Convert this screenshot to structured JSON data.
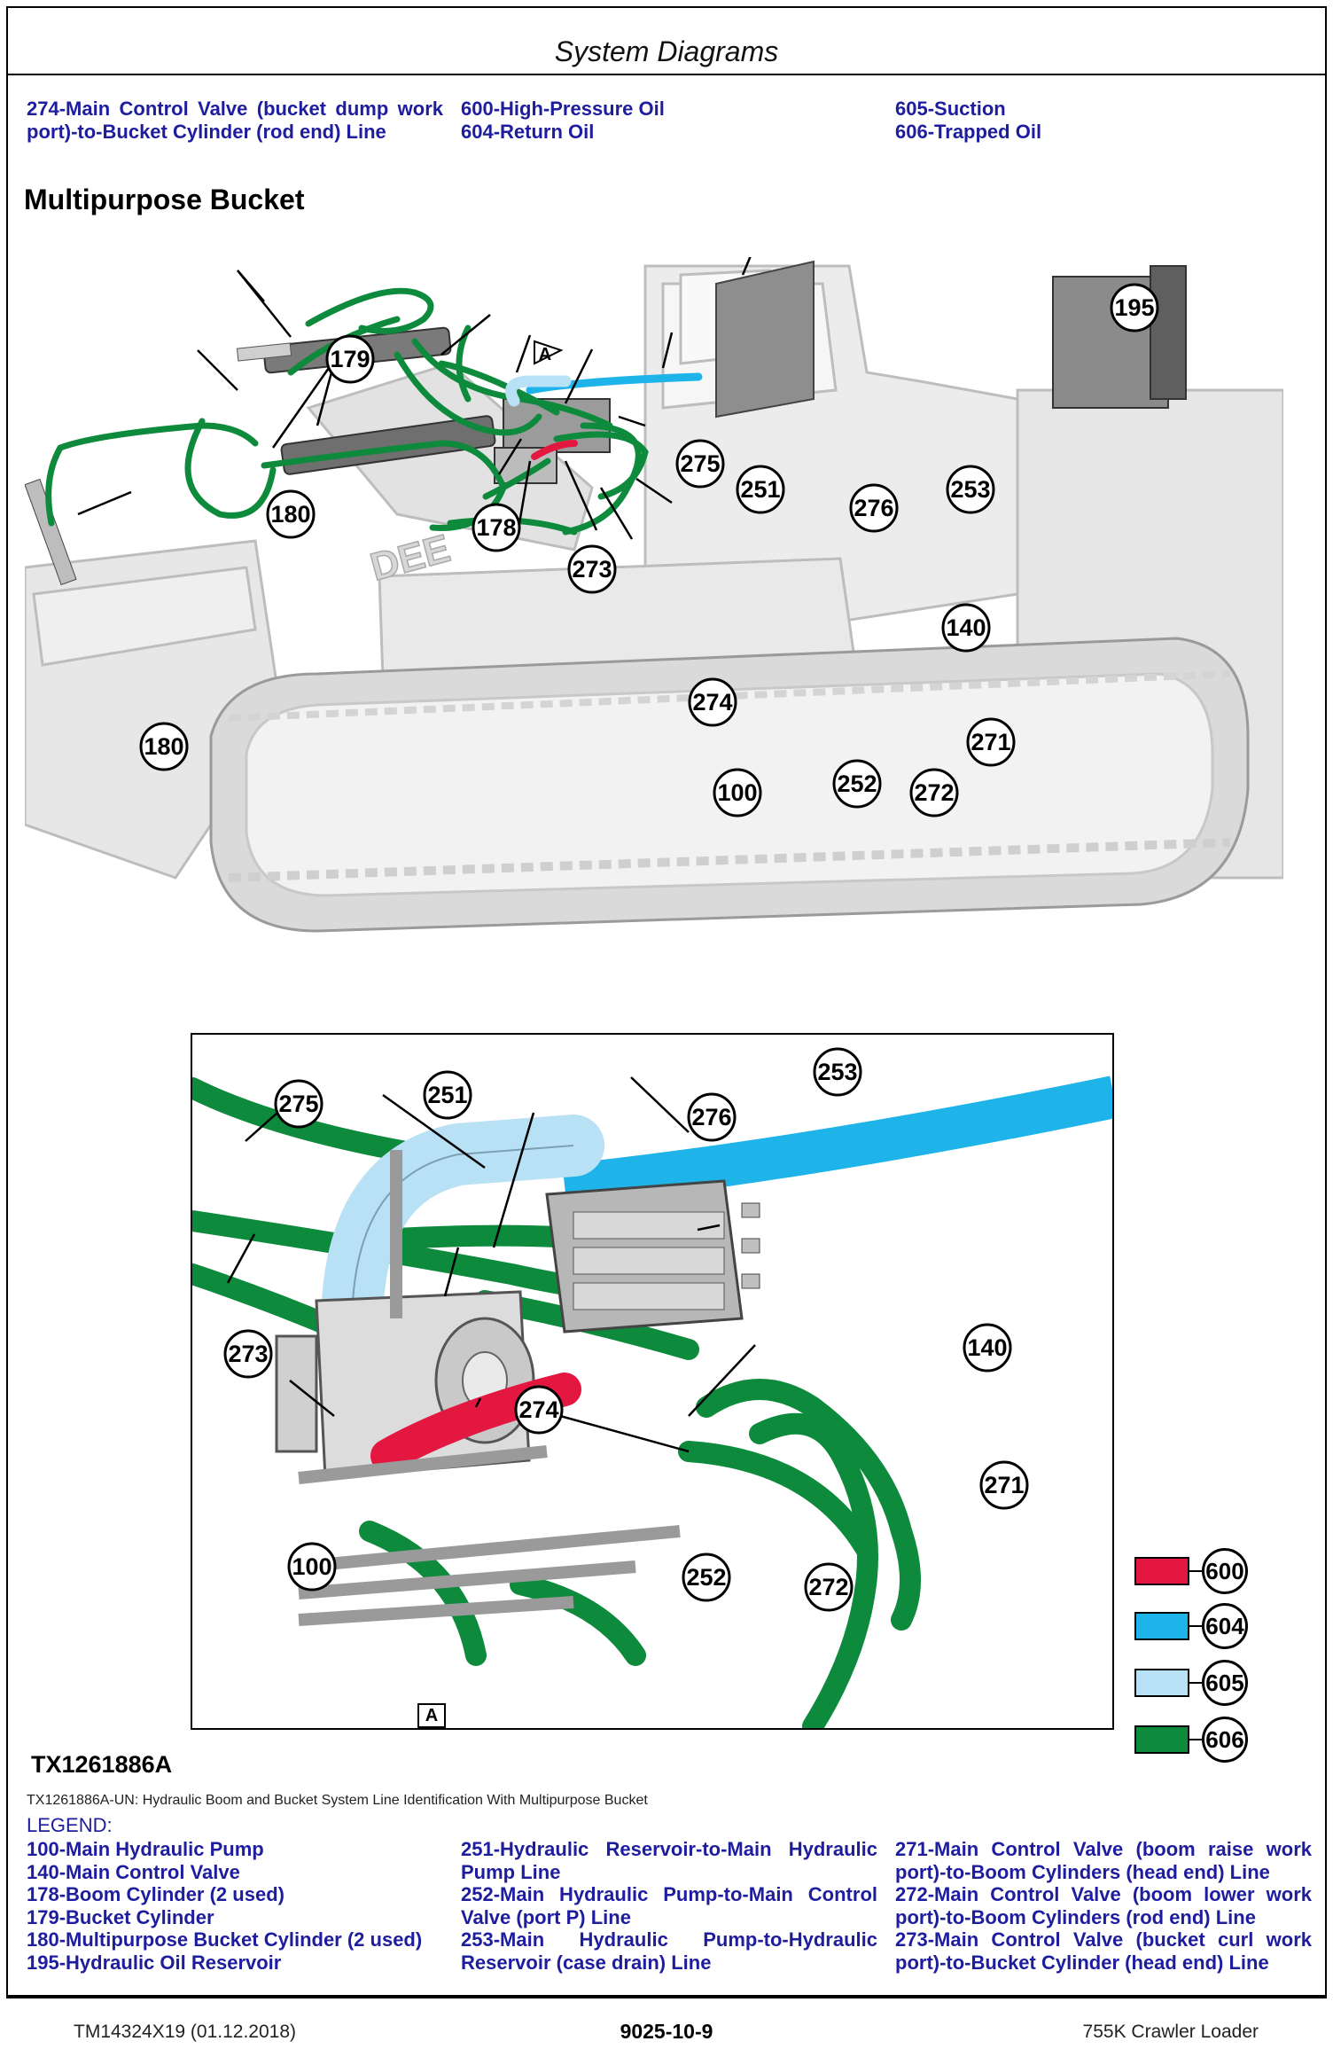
{
  "header": {
    "title": "System Diagrams"
  },
  "top_legend": {
    "col1": [
      "274-Main Control Valve (bucket dump work port)-to-Bucket Cylinder (rod end) Line"
    ],
    "col2": [
      "600-High-Pressure Oil",
      "604-Return Oil"
    ],
    "col3": [
      "605-Suction",
      "606-Trapped Oil"
    ]
  },
  "section_title": "Multipurpose Bucket",
  "diagram_top": {
    "machine_logo": "DEE",
    "callouts": [
      "179",
      "180",
      "178",
      "180",
      "275",
      "273",
      "251",
      "276",
      "253",
      "195",
      "140",
      "274",
      "271",
      "100",
      "252",
      "272"
    ],
    "view_marker": "A"
  },
  "diagram_detail": {
    "callouts": [
      "275",
      "251",
      "276",
      "253",
      "273",
      "140",
      "274",
      "271",
      "100",
      "252",
      "272"
    ],
    "view_marker": "A"
  },
  "colors": {
    "high_pressure": "#e3173f",
    "return": "#1eb4ea",
    "suction": "#b9e1f5",
    "trapped": "#0e8a3c"
  },
  "color_key": [
    {
      "number": "600",
      "color": "#e3173f"
    },
    {
      "number": "604",
      "color": "#1eb4ea"
    },
    {
      "number": "605",
      "color": "#b9e1f5"
    },
    {
      "number": "606",
      "color": "#0e8a3c"
    }
  ],
  "figure_id": "TX1261886A",
  "caption": "TX1261886A-UN: Hydraulic Boom and Bucket System Line Identification With Multipurpose Bucket",
  "legend": {
    "heading": "LEGEND:",
    "col1": [
      "100-Main Hydraulic Pump",
      "140-Main Control Valve",
      "178-Boom Cylinder (2 used)",
      "179-Bucket Cylinder",
      "180-Multipurpose Bucket Cylinder (2 used)",
      "195-Hydraulic Oil Reservoir"
    ],
    "col2": [
      "251-Hydraulic Reservoir-to-Main Hydraulic Pump Line",
      "252-Main Hydraulic Pump-to-Main Control Valve (port P) Line",
      "253-Main Hydraulic Pump-to-Hydraulic Reservoir (case drain) Line"
    ],
    "col3": [
      "271-Main Control Valve (boom raise work port)-to-Boom Cylinders (head end) Line",
      "272-Main Control Valve (boom lower work port)-to-Boom Cylinders (rod end) Line",
      "273-Main Control Valve (bucket curl work port)-to-Bucket Cylinder (head end) Line"
    ]
  },
  "footer": {
    "left": "TM14324X19 (01.12.2018)",
    "center": "9025-10-9",
    "right": "755K Crawler Loader"
  }
}
